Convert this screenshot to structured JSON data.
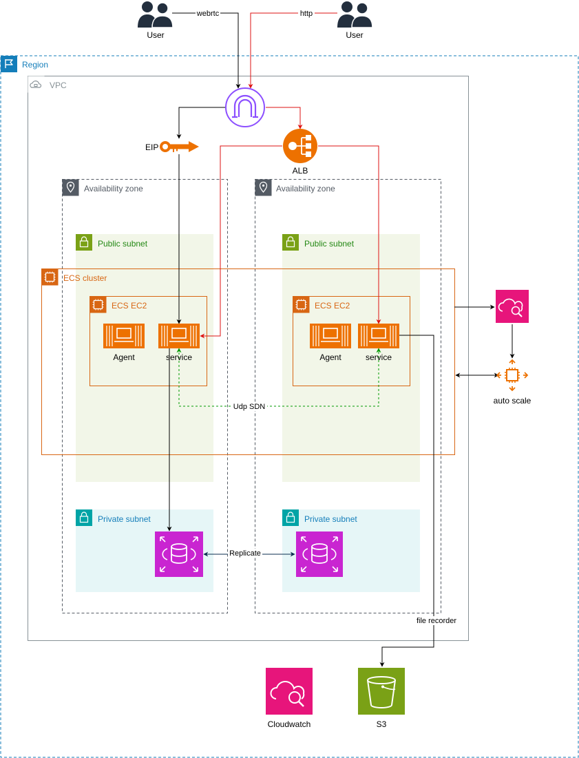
{
  "users": [
    {
      "label": "User",
      "connection": "webrtc"
    },
    {
      "label": "User",
      "connection": "http"
    }
  ],
  "groups": {
    "region": "Region",
    "vpc": "VPC",
    "az_left": "Availability zone",
    "az_right": "Availability zone",
    "public_left": "Public subnet",
    "public_right": "Public subnet",
    "private_left": "Private subnet",
    "private_right": "Private subnet",
    "ecs_cluster": "ECS cluster",
    "ecs_ec2_left": "ECS EC2",
    "ecs_ec2_right": "ECS EC2"
  },
  "nodes": {
    "eip": "EIP",
    "alb": "ALB",
    "agent_left": "Agent",
    "service_left": "service",
    "agent_right": "Agent",
    "service_right": "service",
    "auto_scale": "auto scale",
    "cloudwatch": "Cloudwatch",
    "s3": "S3"
  },
  "edge_labels": {
    "udp": "Udp SDN",
    "replicate": "Replicate",
    "file_recorder": "file recorder"
  },
  "icons": {
    "user": "users-icon",
    "region": "region-flag-icon",
    "vpc": "vpc-cloud-icon",
    "az": "availability-zone-pin-icon",
    "subnet": "subnet-lock-icon",
    "ecs": "ecs-chip-icon",
    "gateway": "internet-gateway-icon",
    "eip": "elastic-ip-icon",
    "alb": "load-balancer-icon",
    "container": "ec2-container-icon",
    "database": "database-icon",
    "cloudwatch": "cloudwatch-icon",
    "auto_scale": "auto-scale-icon",
    "s3": "s3-bucket-icon"
  },
  "colors": {
    "region": "#147EBA",
    "vpc_border": "#879196",
    "az_border": "#545B64",
    "public_fill": "#F2F6E8",
    "public_text": "#248814",
    "private_fill": "#E6F6F7",
    "private_text": "#147EBA",
    "ecs": "#D86613",
    "gateway": "#8C4FFF",
    "alb": "#ED7100",
    "red_flow": "#DD1111",
    "green_flow": "#009900",
    "pink": "#E7157B",
    "purple_db": "#C925D1",
    "s3": "#7AA116"
  }
}
